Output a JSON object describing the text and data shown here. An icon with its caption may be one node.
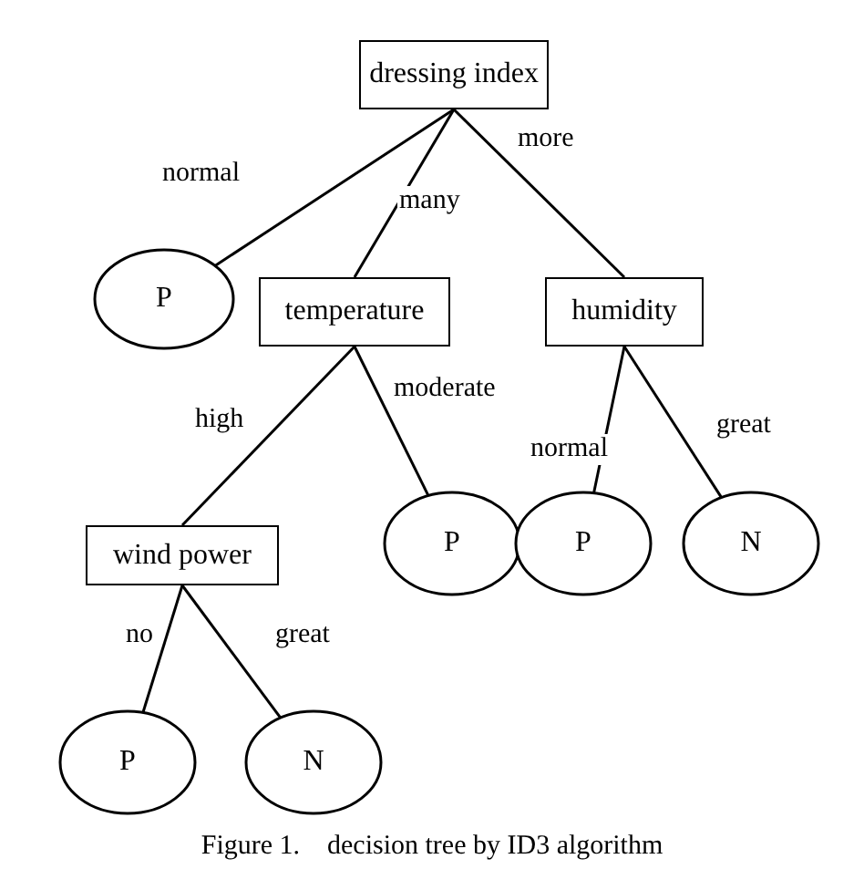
{
  "diagram": {
    "caption": "Figure 1.    decision tree by ID3 algorithm",
    "nodes": [
      {
        "text": [
          "dressing index"
        ]
      },
      {
        "text": [
          "P"
        ]
      },
      {
        "text": [
          "temperature"
        ]
      },
      {
        "text": [
          "humidity"
        ]
      },
      {
        "text": [
          "wind power"
        ]
      },
      {
        "text": [
          "P"
        ]
      },
      {
        "text": [
          "P"
        ]
      },
      {
        "text": [
          "N"
        ]
      },
      {
        "text": [
          "P"
        ]
      },
      {
        "text": [
          "N"
        ]
      }
    ],
    "edges": [
      {
        "from": 0,
        "to": 1,
        "arrow": "none",
        "label": "normal"
      },
      {
        "from": 0,
        "to": 2,
        "arrow": "none",
        "label": "many"
      },
      {
        "from": 0,
        "to": 3,
        "arrow": "none",
        "label": "more"
      },
      {
        "from": 2,
        "to": 4,
        "arrow": "none",
        "label": "high"
      },
      {
        "from": 2,
        "to": 5,
        "arrow": "none",
        "label": "moderate"
      },
      {
        "from": 3,
        "to": 6,
        "arrow": "none",
        "label": "normal"
      },
      {
        "from": 3,
        "to": 7,
        "arrow": "none",
        "label": "great"
      },
      {
        "from": 4,
        "to": 8,
        "arrow": "none",
        "label": "no"
      },
      {
        "from": 4,
        "to": 9,
        "arrow": "none",
        "label": "great"
      }
    ]
  }
}
